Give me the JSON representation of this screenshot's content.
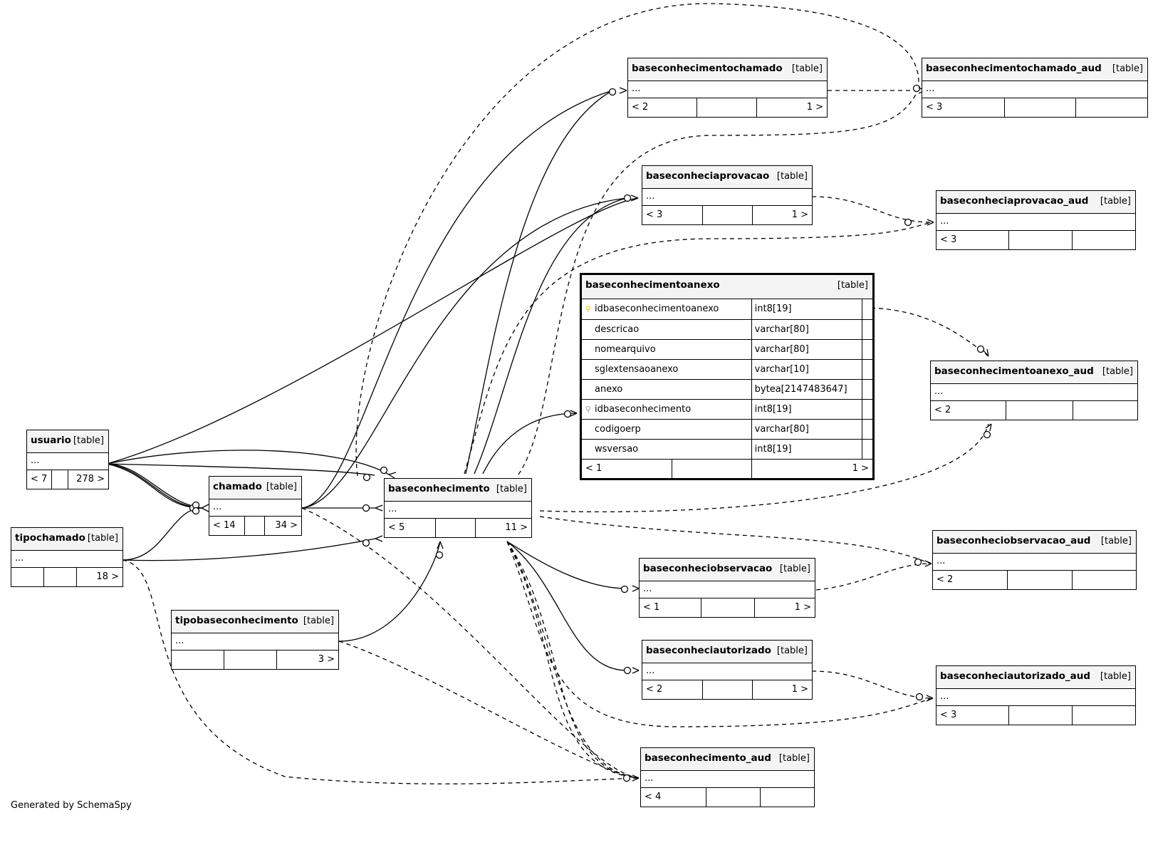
{
  "diagram": {
    "table_tag": "[table]",
    "generated_by": "Generated by SchemaSpy",
    "more_rows": "...",
    "tables": {
      "usuario": {
        "name": "usuario",
        "foot": [
          "< 7",
          "",
          "278 >"
        ]
      },
      "tipochamado": {
        "name": "tipochamado",
        "foot": [
          "",
          "",
          "18 >"
        ]
      },
      "chamado": {
        "name": "chamado",
        "foot": [
          "< 14",
          "",
          "34 >"
        ]
      },
      "tipobaseconhecimento": {
        "name": "tipobaseconhecimento",
        "foot": [
          "",
          "",
          "3 >"
        ]
      },
      "baseconhecimento": {
        "name": "baseconhecimento",
        "foot": [
          "< 5",
          "",
          "11 >"
        ]
      },
      "baseconhecimentochamado": {
        "name": "baseconhecimentochamado",
        "foot": [
          "< 2",
          "",
          "1 >"
        ]
      },
      "baseconhecimentochamado_aud": {
        "name": "baseconhecimentochamado_aud",
        "foot": [
          "< 3",
          "",
          ""
        ]
      },
      "baseconheciaprovacao": {
        "name": "baseconheciaprovacao",
        "foot": [
          "< 3",
          "",
          "1 >"
        ]
      },
      "baseconheciaprovacao_aud": {
        "name": "baseconheciaprovacao_aud",
        "foot": [
          "< 3",
          "",
          ""
        ]
      },
      "baseconhecimentoanexo_aud": {
        "name": "baseconhecimentoanexo_aud",
        "foot": [
          "< 2",
          "",
          ""
        ]
      },
      "baseconheciobservacao": {
        "name": "baseconheciobservacao",
        "foot": [
          "< 1",
          "",
          "1 >"
        ]
      },
      "baseconheciobservacao_aud": {
        "name": "baseconheciobservacao_aud",
        "foot": [
          "< 2",
          "",
          ""
        ]
      },
      "baseconheciautorizado": {
        "name": "baseconheciautorizado",
        "foot": [
          "< 2",
          "",
          "1 >"
        ]
      },
      "baseconheciautorizado_aud": {
        "name": "baseconheciautorizado_aud",
        "foot": [
          "< 3",
          "",
          ""
        ]
      },
      "baseconhecimento_aud": {
        "name": "baseconhecimento_aud",
        "foot": [
          "< 4",
          "",
          ""
        ]
      }
    },
    "focus_table": {
      "name": "baseconhecimentoanexo",
      "columns": [
        {
          "name": "idbaseconhecimentoanexo",
          "type": "int8[19]",
          "key": "primary"
        },
        {
          "name": "descricao",
          "type": "varchar[80]",
          "key": ""
        },
        {
          "name": "nomearquivo",
          "type": "varchar[80]",
          "key": ""
        },
        {
          "name": "sglextensaoanexo",
          "type": "varchar[10]",
          "key": ""
        },
        {
          "name": "anexo",
          "type": "bytea[2147483647]",
          "key": ""
        },
        {
          "name": "idbaseconhecimento",
          "type": "int8[19]",
          "key": "foreign"
        },
        {
          "name": "codigoerp",
          "type": "varchar[80]",
          "key": ""
        },
        {
          "name": "wsversao",
          "type": "int8[19]",
          "key": ""
        }
      ],
      "foot": [
        "< 1",
        "",
        "1 >"
      ]
    },
    "icons": {
      "primary_key": "key-icon",
      "foreign_key": "key-icon"
    },
    "colors": {
      "primary_key": "#e8c400",
      "foreign_key": "#9a9a9a"
    }
  }
}
